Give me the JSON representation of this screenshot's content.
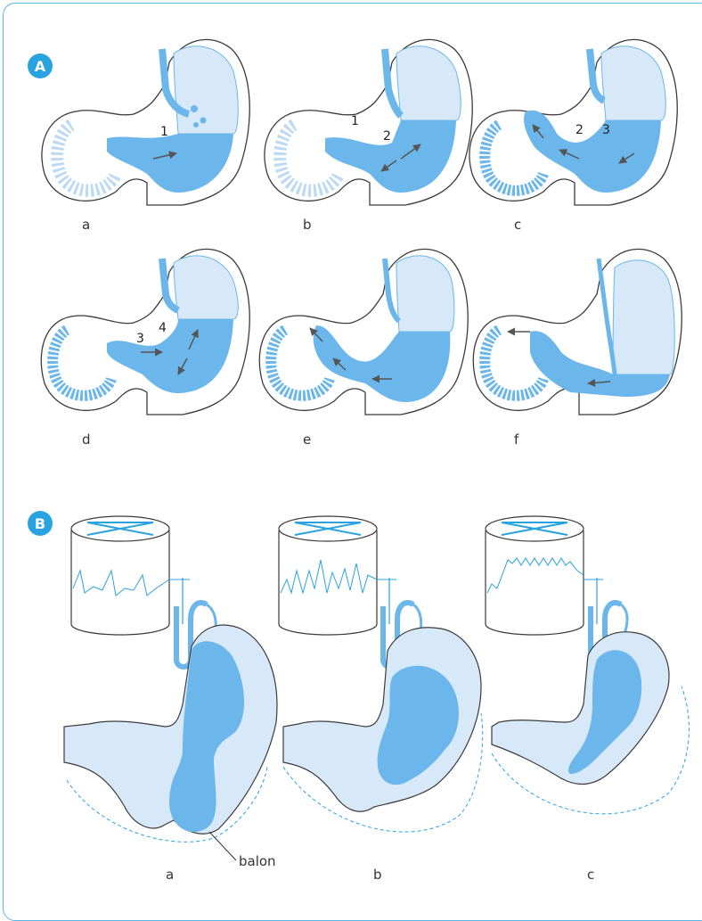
{
  "panel_a": {
    "badge": "A",
    "stages": [
      {
        "letter": "a",
        "numbers": [
          "1"
        ]
      },
      {
        "letter": "b",
        "numbers": [
          "1",
          "2"
        ]
      },
      {
        "letter": "c",
        "numbers": [
          "2",
          "3"
        ]
      },
      {
        "letter": "d",
        "numbers": [
          "3",
          "4"
        ]
      },
      {
        "letter": "e",
        "numbers": []
      },
      {
        "letter": "f",
        "numbers": []
      }
    ]
  },
  "panel_b": {
    "badge": "B",
    "stages": [
      {
        "letter": "a"
      },
      {
        "letter": "b"
      },
      {
        "letter": "c"
      }
    ],
    "balloon_label": "balon"
  },
  "colors": {
    "liquid": "#6bb6ea",
    "light_liquid": "#d7e9f8",
    "outline": "#3b3b3b",
    "accent": "#29a3e0"
  }
}
